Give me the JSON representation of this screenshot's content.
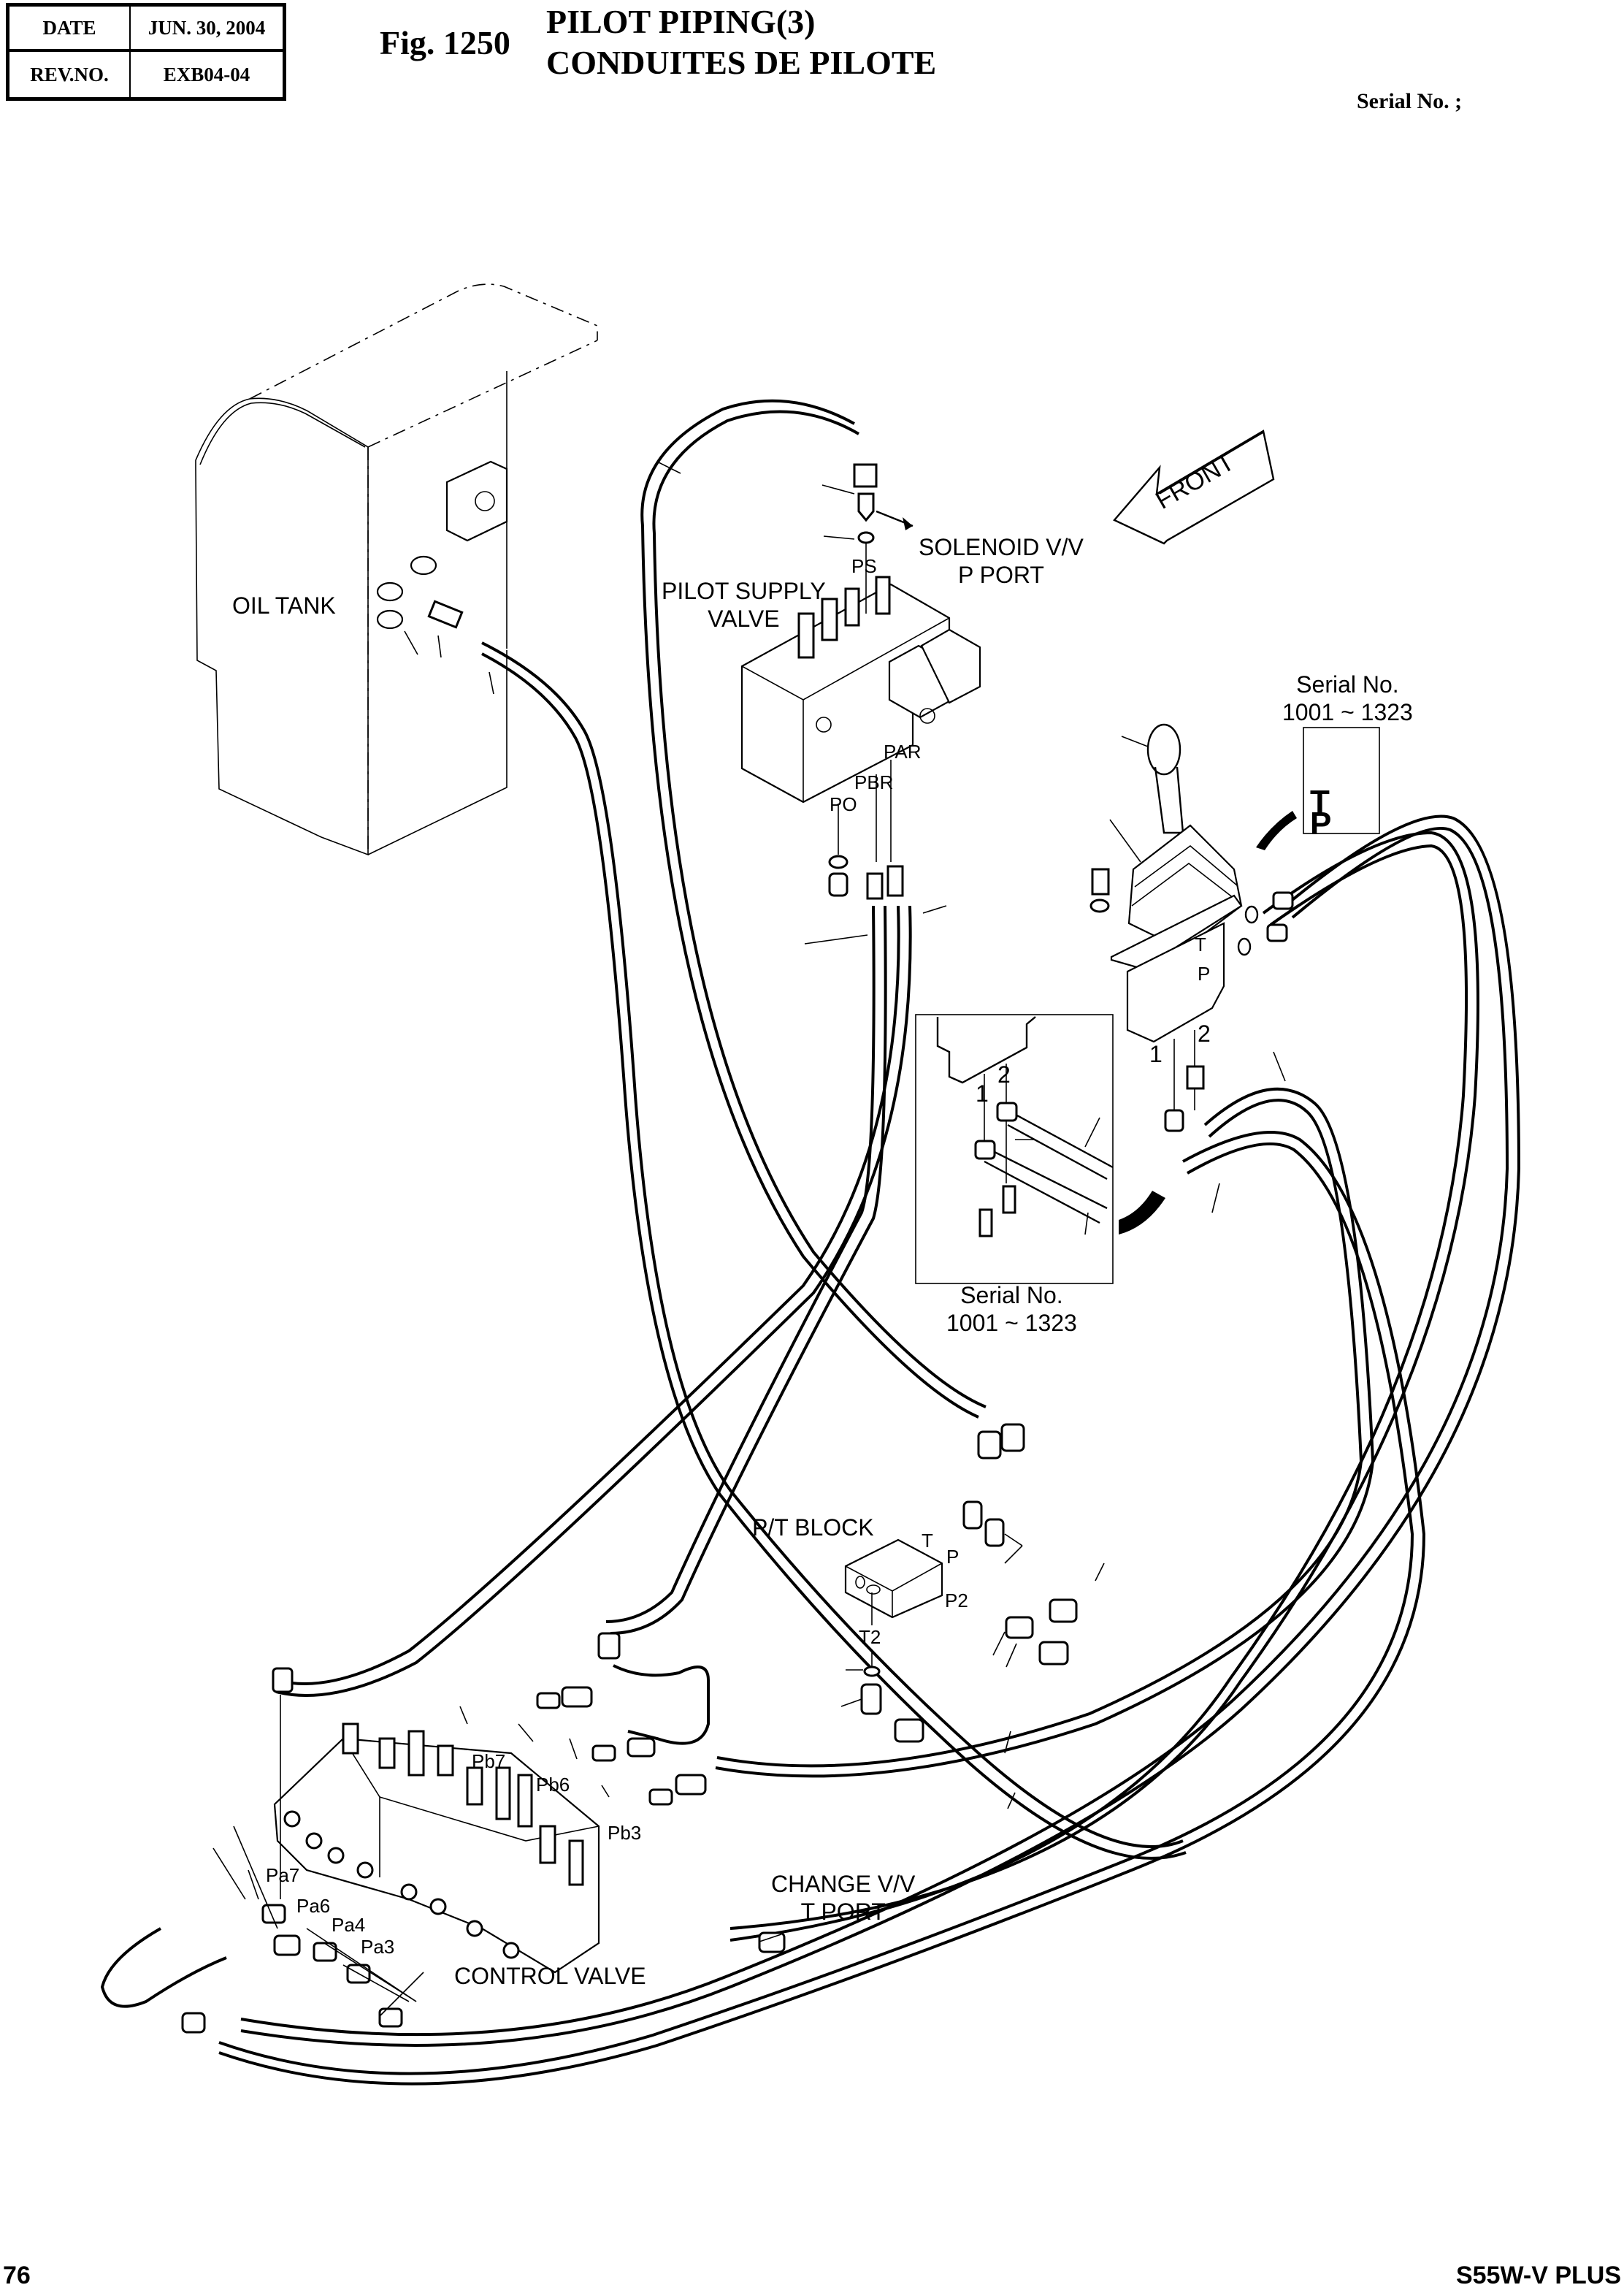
{
  "header": {
    "date_label": "DATE",
    "date_value": "JUN. 30, 2004",
    "rev_label": "REV.NO.",
    "rev_value": "EXB04-04",
    "figure_number": "Fig. 1250",
    "title_en": "PILOT PIPING(3)",
    "title_fr": "CONDUITES DE PILOTE",
    "serial_label": "Serial No. ;"
  },
  "footer": {
    "page_number": "76",
    "model": "S55W-V PLUS"
  },
  "diagram": {
    "direction_arrow": "FRONT",
    "components": {
      "oil_tank": "OIL TANK",
      "pilot_supply_valve": [
        "PILOT SUPPLY",
        "VALVE"
      ],
      "solenoid_port": [
        "SOLENOID V/V",
        "P PORT"
      ],
      "pt_block": "P/T BLOCK",
      "control_valve": "CONTROL VALVE",
      "change_valve_port": [
        "CHANGE V/V",
        "T PORT"
      ]
    },
    "ports": {
      "ps": "PS",
      "par": "PAR",
      "pbr": "PBR",
      "po": "PO",
      "pt_t": "T",
      "pt_p": "P",
      "p2": "P2",
      "t2": "T2",
      "pb7": "Pb7",
      "pb6": "Pb6",
      "pb3": "Pb3",
      "pa7": "Pa7",
      "pa6": "Pa6",
      "pa4": "Pa4",
      "pa3": "Pa3",
      "joy_t": "T",
      "joy_p": "P",
      "joy_1": "1",
      "joy_2": "2",
      "inset_1": "1",
      "inset_2": "2",
      "inset_tp_t": "T",
      "inset_tp_p": "P"
    },
    "insets": {
      "tp_serial_label": "Serial No.",
      "tp_serial_range": "1001 ~ 1323",
      "port_serial_label": "Serial No.",
      "port_serial_range": "1001 ~ 1323"
    }
  }
}
